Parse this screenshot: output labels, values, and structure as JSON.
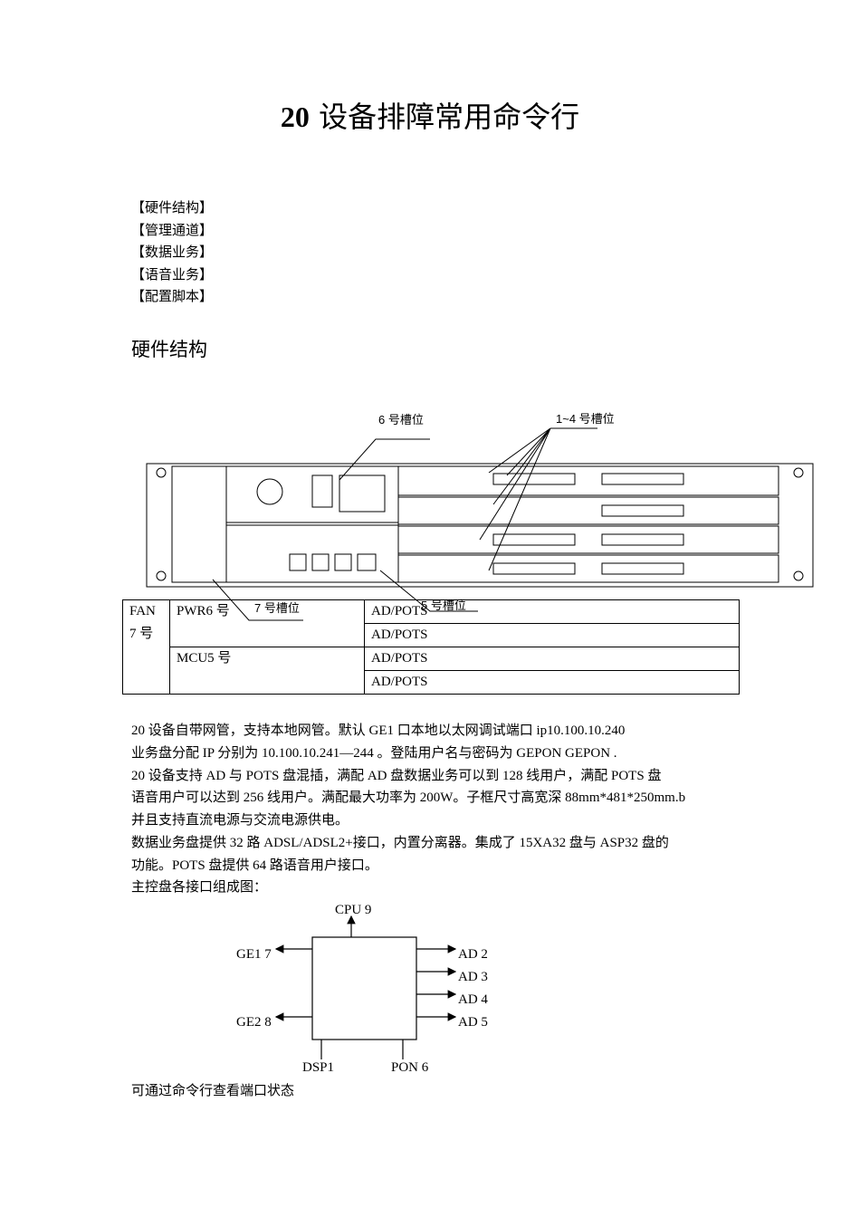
{
  "title": {
    "num": "20",
    "rest": " 设备排障常用命令行"
  },
  "menu": [
    "【硬件结构】",
    "【管理通道】",
    "【数据业务】",
    "【语音业务】",
    "【配置脚本】"
  ],
  "heading": "硬件结构",
  "device": {
    "slot6": "6 号槽位",
    "slot1_4": "1~4 号槽位",
    "slot7": "7 号槽位",
    "slot5": "5 号槽位"
  },
  "table": {
    "fan": "FAN",
    "fan2": "7 号",
    "pwr": "PWR6 号",
    "mcu": "MCU5 号",
    "rows": [
      "AD/POTS",
      "AD/POTS",
      "AD/POTS",
      "AD/POTS"
    ]
  },
  "paragraphs": [
    "20 设备自带网管，支持本地网管。默认 GE1 口本地以太网调试端口 ip10.100.10.240",
    "业务盘分配 IP 分别为 10.100.10.241—244 。登陆用户名与密码为 GEPON GEPON .",
    "20 设备支持 AD  与  POTS  盘混插，满配 AD 盘数据业务可以到 128 线用户，满配 POTS 盘",
    "语音用户可以达到 256 线用户。满配最大功率为 200W。子框尺寸高宽深 88mm*481*250mm.b",
    "并且支持直流电源与交流电源供电。",
    "数据业务盘提供 32 路 ADSL/ADSL2+接口，内置分离器。集成了 15XA32 盘与 ASP32 盘的",
    "功能。POTS 盘提供 64 路语音用户接口。",
    "主控盘各接口组成图："
  ],
  "diagram": {
    "cpu": "CPU 9",
    "ge1": "GE1 7",
    "ge2": "GE2 8",
    "ad2": "AD 2",
    "ad3": "AD 3",
    "ad4": "AD 4",
    "ad5": "AD 5",
    "dsp": "DSP1",
    "pon": "PON 6"
  },
  "footer": "可通过命令行查看端口状态"
}
